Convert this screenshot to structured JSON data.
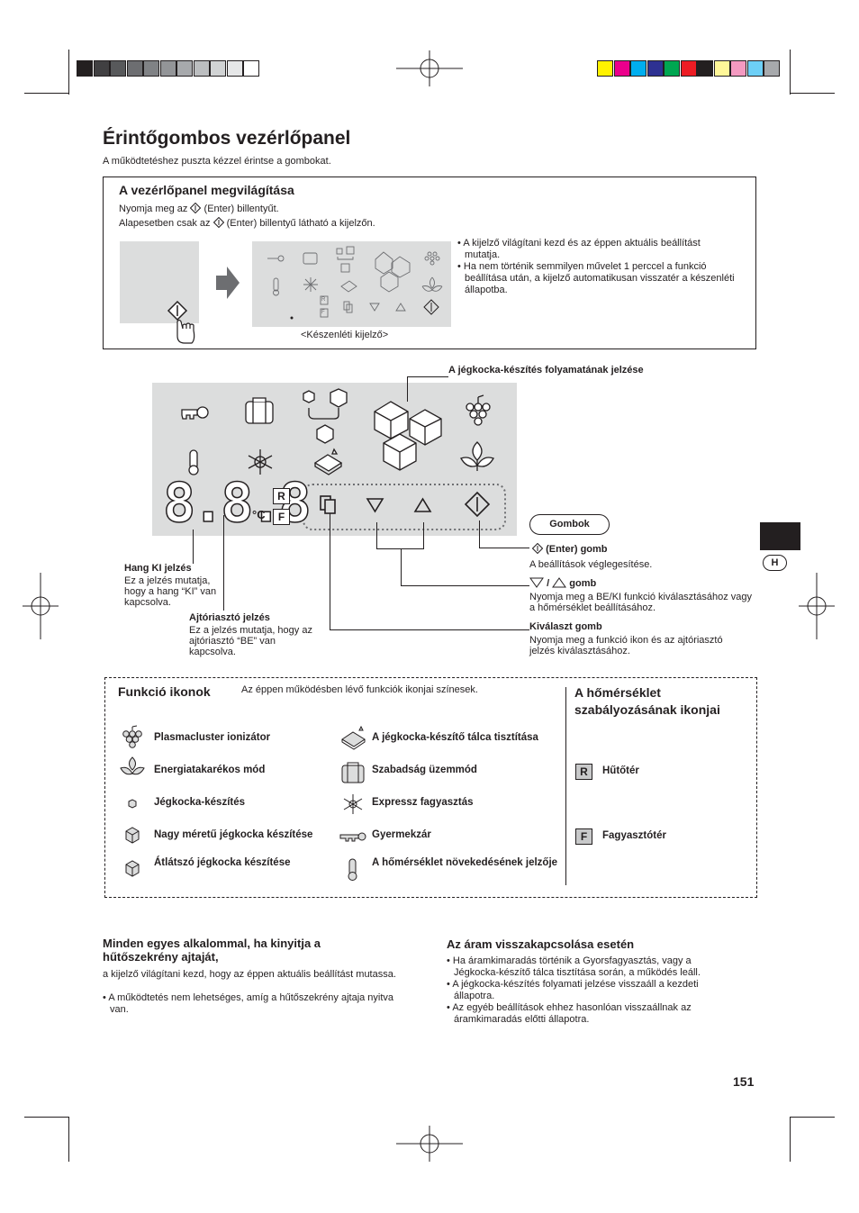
{
  "page": {
    "title": "Érintőgombos vezérlőpanel",
    "subtitle": "A működtetéshez puszta kézzel érintse a gombokat.",
    "number": "151",
    "lang_tab": "H"
  },
  "illumination": {
    "heading": "A vezérlőpanel megvilágítása",
    "line1_pre": "Nyomja meg az",
    "line1_post": "(Enter) billentyűt.",
    "line2_pre": "Alapesetben csak az",
    "line2_post": "(Enter) billentyű látható a kijelzőn.",
    "standby_caption": "<Készenléti kijelző>",
    "bullets": [
      "A kijelző világítani kezd és az éppen aktuális beállítást mutatja.",
      "Ha nem történik semmilyen művelet 1 perccel a funkció beállítása után, a kijelző automatikusan visszatér a készenléti állapotba."
    ]
  },
  "panel": {
    "digits": "8.8.8",
    "unit": "°C",
    "r_label": "R",
    "f_label": "F",
    "ice_progress_label": "A jégkocka-készítés folyamatának jelzése",
    "buttons_badge": "Gombok",
    "enter_title": "(Enter) gomb",
    "enter_desc": "A beállítások véglegesítése.",
    "updown_sep": "/",
    "updown_title": "gomb",
    "updown_desc": "Nyomja meg a BE/KI funkció kiválasztásához vagy a hőmérséklet beállításához.",
    "select_title": "Kiválaszt gomb",
    "select_desc": "Nyomja meg a funkció ikon és az ajtóriasztó jelzés kiválasztásához.",
    "sound_title": "Hang KI jelzés",
    "sound_desc": "Ez a jelzés mutatja, hogy a hang “KI” van kapcsolva.",
    "door_title": "Ajtóriasztó jelzés",
    "door_desc": "Ez a jelzés mutatja, hogy az ajtóriasztó “BE” van kapcsolva."
  },
  "function_icons": {
    "heading": "Funkció ikonok",
    "note": "Az éppen működésben lévő funkciók ikonjai színesek.",
    "left": [
      {
        "icon": "plasmacluster-icon",
        "label": "Plasmacluster ionizátor"
      },
      {
        "icon": "energy-saving-icon",
        "label": "Energiatakarékos mód"
      },
      {
        "icon": "ice-making-icon",
        "label": "Jégkocka-készítés"
      },
      {
        "icon": "large-ice-icon",
        "label": "Nagy méretű jégkocka készítése"
      },
      {
        "icon": "clear-ice-icon",
        "label": "Átlátszó jégkocka készítése"
      }
    ],
    "right": [
      {
        "icon": "ice-tray-cleaning-icon",
        "label": "A jégkocka-készítő tálca tisztítása"
      },
      {
        "icon": "vacation-mode-icon",
        "label": "Szabadság üzemmód"
      },
      {
        "icon": "express-freeze-icon",
        "label": "Expressz fagyasztás"
      },
      {
        "icon": "child-lock-icon",
        "label": "Gyermekzár"
      },
      {
        "icon": "thermometer-icon",
        "label": "A hőmérséklet növekedésének jelzője"
      }
    ]
  },
  "temp_icons": {
    "heading_line1": "A hőmérséklet",
    "heading_line2": "szabályozásának ikonjai",
    "items": [
      {
        "letter": "R",
        "label": "Hűtőtér"
      },
      {
        "letter": "F",
        "label": "Fagyasztótér"
      }
    ]
  },
  "door_section": {
    "heading_line1": "Minden egyes alkalommal, ha kinyitja a",
    "heading_line2": "hűtőszekrény ajtaját,",
    "para": "a kijelző világítani kezd, hogy az éppen aktuális beállítást mutassa.",
    "bullet": "A működtetés nem lehetséges, amíg a hűtőszekrény ajtaja nyitva van."
  },
  "power_section": {
    "heading": "Az áram visszakapcsolása esetén",
    "bullets": [
      "Ha áramkimaradás történik a Gyorsfagyasztás, vagy a Jégkocka-készítő tálca tisztítása során, a működés leáll.",
      "A jégkocka-készítés folyamati jelzése visszaáll a kezdeti állapotra.",
      "Az egyéb beállítások ehhez hasonlóan visszaállnak az áramkimaradás előtti állapotra."
    ]
  },
  "colors": {
    "panel_grey": "#dcdddd",
    "text": "#231f20",
    "color_bar": [
      "#fff200",
      "#ec008c",
      "#00aeef",
      "#2e3192",
      "#00a651",
      "#ed1c24",
      "#231f20",
      "#fff799",
      "#f49ac1",
      "#6dcff6",
      "#a7a9ac"
    ],
    "grey_bar": [
      "#231f20",
      "#414042",
      "#58595b",
      "#6d6e71",
      "#808285",
      "#939598",
      "#a7a9ac",
      "#bcbec0",
      "#d1d3d4",
      "#e6e7e8",
      "#ffffff"
    ]
  }
}
